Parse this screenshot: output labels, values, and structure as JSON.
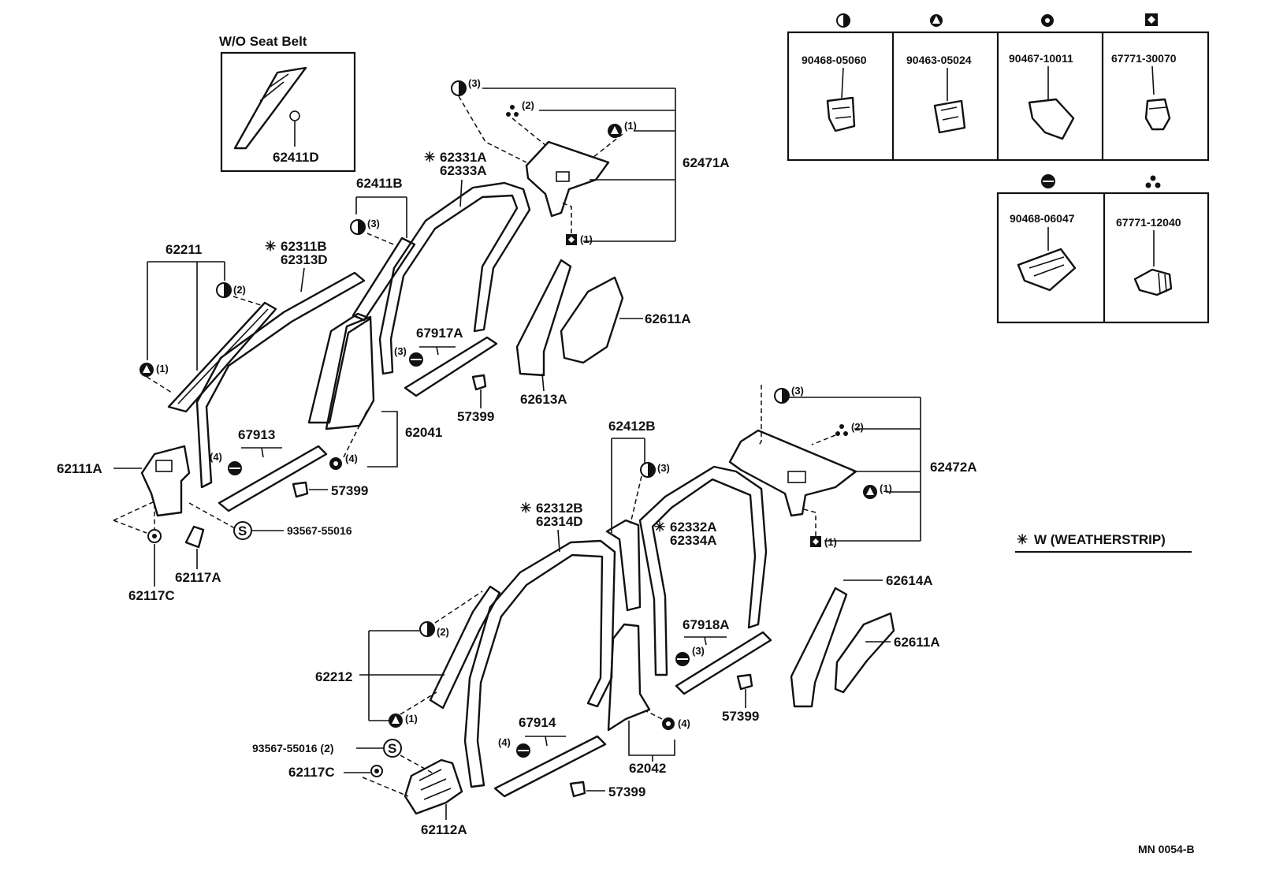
{
  "inset": {
    "title": "W/O Seat Belt",
    "part": "62411D"
  },
  "legend": {
    "row1": [
      {
        "icon": "half-circle",
        "part": "90468-05060"
      },
      {
        "icon": "triangle-circle",
        "part": "90463-05024"
      },
      {
        "icon": "ring-clip",
        "part": "90467-10011"
      },
      {
        "icon": "square-diamond",
        "part": "67771-30070"
      }
    ],
    "row2": [
      {
        "icon": "filled-circle",
        "part": "90468-06047"
      },
      {
        "icon": "three-dots",
        "part": "67771-12040"
      }
    ]
  },
  "note": "W (WEATHERSTRIP)",
  "code": "MN  0054-B",
  "labels": {
    "p62211": "62211",
    "p62311b": "62311B",
    "p62313d": "62313D",
    "p62411b": "62411B",
    "p62331a": "62331A",
    "p62333a": "62333A",
    "p62471a": "62471A",
    "p62611a_top": "62611A",
    "p62613a": "62613A",
    "p67917a": "67917A",
    "p57399_a": "57399",
    "p57399_b": "57399",
    "p62041": "62041",
    "p67913": "67913",
    "p62111a": "62111A",
    "p93567_a": "93567-55016",
    "p62117a": "62117A",
    "p62117c_a": "62117C",
    "p62412b": "62412B",
    "p62472a": "62472A",
    "p62312b": "62312B",
    "p62314d": "62314D",
    "p62332a": "62332A",
    "p62334a": "62334A",
    "p62614a": "62614A",
    "p62611a_bot": "62611A",
    "p67918a": "67918A",
    "p57399_c": "57399",
    "p62212": "62212",
    "p67914": "67914",
    "p62042": "62042",
    "p93567_b": "93567-55016 (2)",
    "p62117c_b": "62117C",
    "p62112a": "62112A",
    "p57399_d": "57399"
  },
  "qty": {
    "q3": "(3)",
    "q2": "(2)",
    "q1": "(1)",
    "q4": "(4)"
  }
}
